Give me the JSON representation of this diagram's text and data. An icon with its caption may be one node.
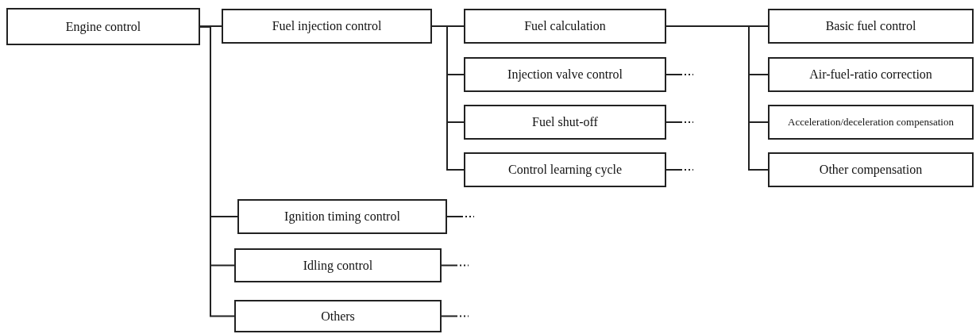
{
  "diagram": {
    "nodes": [
      {
        "text": [
          "Engine control"
        ]
      },
      {
        "text": [
          "Fuel injection control"
        ]
      },
      {
        "text": [
          "Fuel calculation"
        ]
      },
      {
        "text": [
          "Injection valve control"
        ]
      },
      {
        "text": [
          "Fuel shut-off"
        ]
      },
      {
        "text": [
          "Control learning cycle"
        ]
      },
      {
        "text": [
          "Basic fuel control"
        ]
      },
      {
        "text": [
          "Air-fuel-ratio correction"
        ]
      },
      {
        "text": [
          "Acceleration/deceleration compensation"
        ]
      },
      {
        "text": [
          "Other compensation"
        ]
      },
      {
        "text": [
          "Ignition timing control"
        ]
      },
      {
        "text": [
          "Idling control"
        ]
      },
      {
        "text": [
          "Others"
        ]
      }
    ],
    "edges": [
      {
        "from": 0,
        "to": 1,
        "arrow": "none"
      },
      {
        "from": 0,
        "to": 10,
        "arrow": "none"
      },
      {
        "from": 0,
        "to": 11,
        "arrow": "none"
      },
      {
        "from": 0,
        "to": 12,
        "arrow": "none"
      },
      {
        "from": 1,
        "to": 2,
        "arrow": "none"
      },
      {
        "from": 1,
        "to": 3,
        "arrow": "none"
      },
      {
        "from": 1,
        "to": 4,
        "arrow": "none"
      },
      {
        "from": 1,
        "to": 5,
        "arrow": "none"
      },
      {
        "from": 2,
        "to": 6,
        "arrow": "none"
      },
      {
        "from": 2,
        "to": 7,
        "arrow": "none"
      },
      {
        "from": 2,
        "to": 8,
        "arrow": "none"
      },
      {
        "from": 2,
        "to": 9,
        "arrow": "none"
      },
      {
        "from": 3,
        "to": null,
        "arrow": "none",
        "style": "dashed"
      },
      {
        "from": 4,
        "to": null,
        "arrow": "none",
        "style": "dashed"
      },
      {
        "from": 5,
        "to": null,
        "arrow": "none",
        "style": "dashed"
      },
      {
        "from": 10,
        "to": null,
        "arrow": "none",
        "style": "dashed"
      },
      {
        "from": 11,
        "to": null,
        "arrow": "none",
        "style": "dashed"
      },
      {
        "from": 12,
        "to": null,
        "arrow": "none",
        "style": "dashed"
      }
    ]
  }
}
